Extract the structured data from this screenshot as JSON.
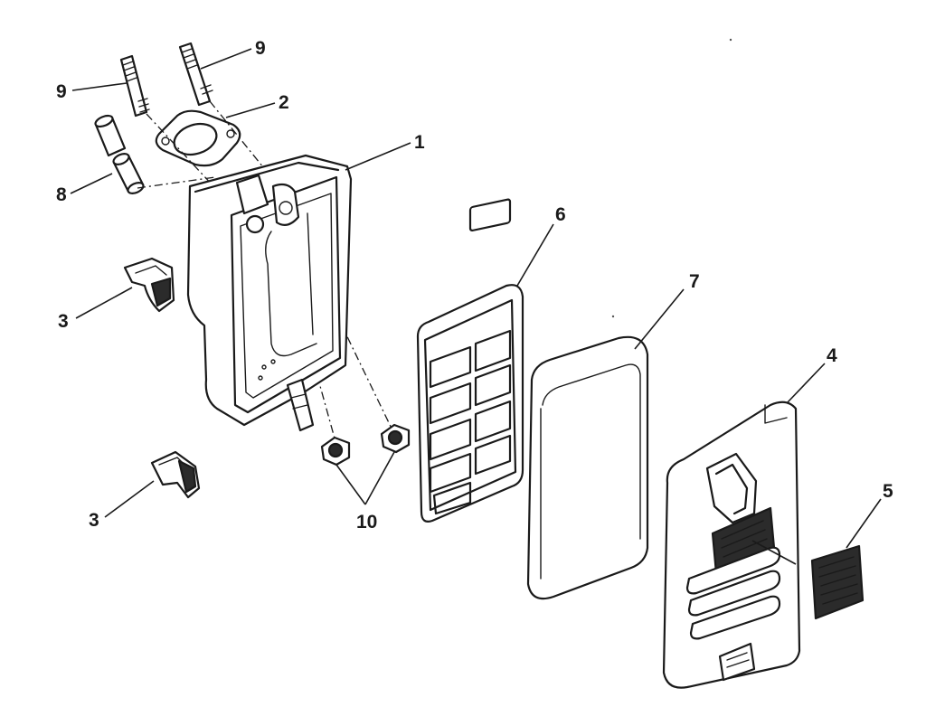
{
  "diagram": {
    "colors": {
      "highlight": "#f2c200",
      "line": "#1a1a1a",
      "background": "#ffffff"
    },
    "callouts": {
      "c1": "1",
      "c2": "2",
      "c3a": "3",
      "c3b": "3",
      "c4": "4",
      "c5": "5",
      "c6": "6",
      "c7": "7",
      "c8": "8",
      "c9a": "9",
      "c9b": "9",
      "c10": "10"
    }
  }
}
